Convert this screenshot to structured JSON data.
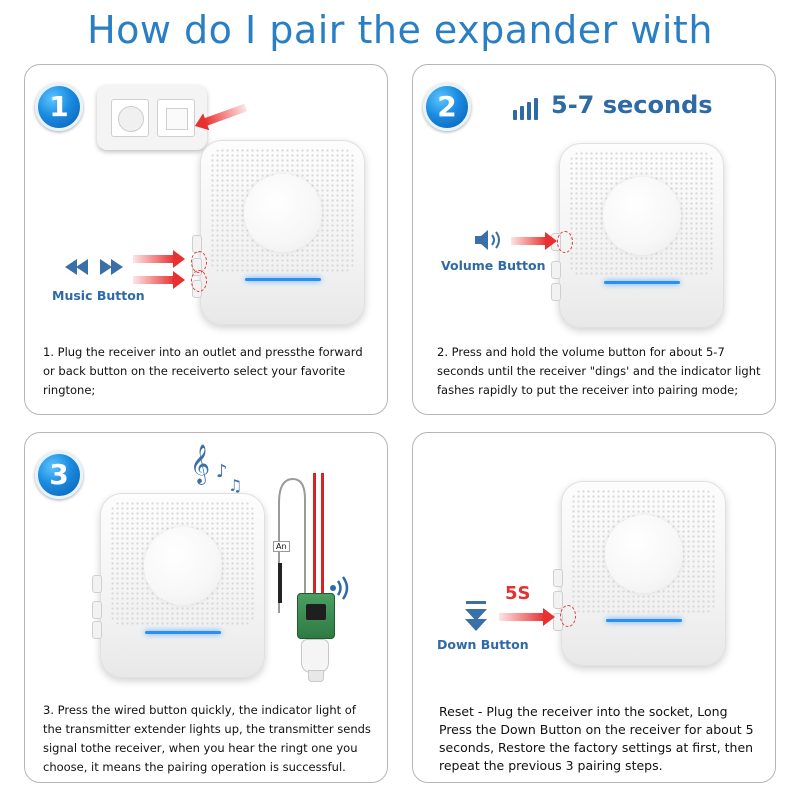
{
  "title": "How do I pair the expander with",
  "steps": [
    {
      "number": "1",
      "caption": "1. Plug the receiver into an outlet and pressthe forward or back button on the receiverto select your favorite ringtone;",
      "label": "Music Button"
    },
    {
      "number": "2",
      "heading": "5-7 seconds",
      "caption": "2. Press and hold the volume button for about 5-7 seconds until the receiver \"dings' and the indicator light fashes rapidly to put the receiver into pairing mode;",
      "label": "Volume Button"
    },
    {
      "number": "3",
      "caption": "3. Press the wired button quickly, the indicator light of the transmitter extender lights up, the transmitter sends signal tothe receiver, when you hear the ringt one you choose, it means the pairing operation is successful.",
      "tag": "An"
    },
    {
      "caption": "Reset - Plug the receiver into the socket, Long Press the Down Button on the receiver for about 5 seconds, Restore the factory settings at first, then repeat the previous 3 pairing steps.",
      "label": "Down Button",
      "duration": "5S"
    }
  ],
  "icons": {
    "music_button": "rewind-forward-icon",
    "volume_button": "speaker-icon",
    "down_button": "down-arrow-icon",
    "music_note": "music-note-icon",
    "signal": "wireless-signal-icon"
  },
  "colors": {
    "title": "#2a7fc4",
    "label": "#2e6aa6",
    "arrow": "#e83030",
    "badge": "#1a8be0"
  }
}
